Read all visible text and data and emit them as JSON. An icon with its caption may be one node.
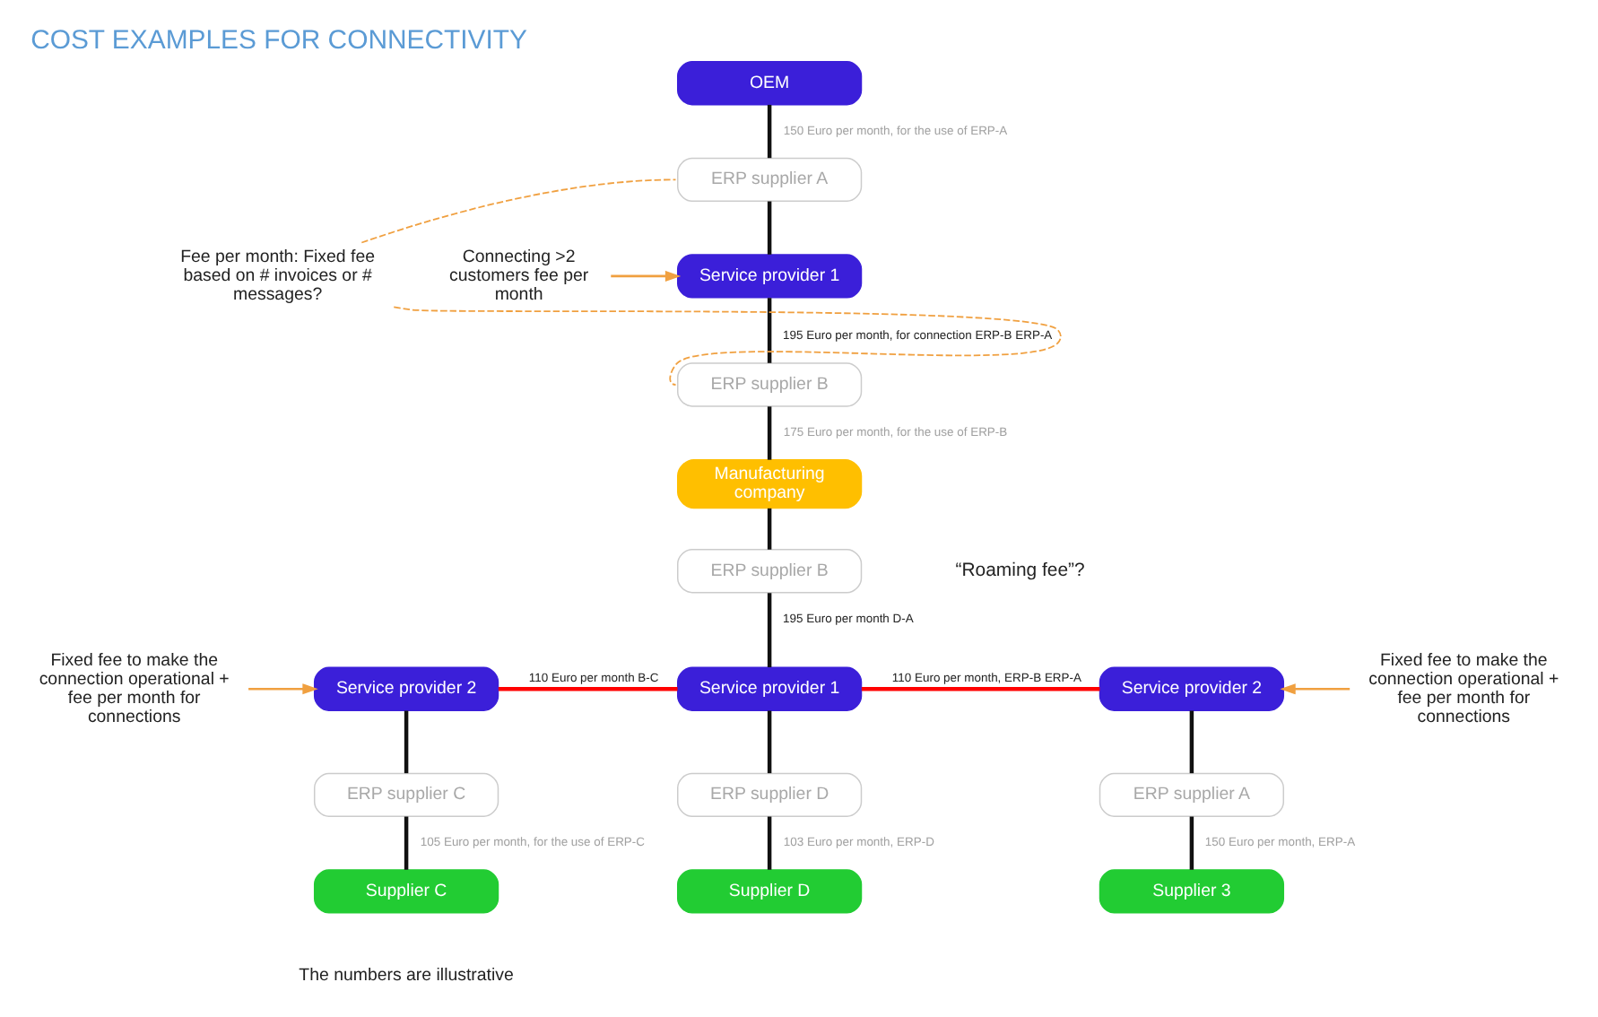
{
  "diagram": {
    "title": "COST EXAMPLES FOR CONNECTIVITY",
    "nodes": [
      {
        "text": [
          "OEM"
        ]
      },
      {
        "text": [
          "ERP supplier A"
        ]
      },
      {
        "text": [
          "Service provider 1"
        ]
      },
      {
        "text": [
          "ERP supplier B"
        ]
      },
      {
        "text": [
          "Manufacturing company"
        ]
      },
      {
        "text": [
          "ERP supplier B"
        ]
      },
      {
        "text": [
          "Service provider 1"
        ]
      },
      {
        "text": [
          "ERP supplier D"
        ]
      },
      {
        "text": [
          "Supplier D"
        ]
      },
      {
        "text": [
          "Service provider 2"
        ]
      },
      {
        "text": [
          "ERP supplier C"
        ]
      },
      {
        "text": [
          "Supplier C"
        ]
      },
      {
        "text": [
          "Service provider 2"
        ]
      },
      {
        "text": [
          "ERP supplier A"
        ]
      },
      {
        "text": [
          "Supplier 3"
        ]
      },
      {
        "text": [
          "Fee per month: Fixed fee based on # invoices or # messages?"
        ]
      },
      {
        "text": [
          "Connecting >2 customers fee per month"
        ]
      },
      {
        "text": [
          "Fixed fee to make the connection operational + fee per month for connections"
        ]
      },
      {
        "text": [
          "Fixed fee to make the connection operational + fee per month for connections"
        ]
      }
    ],
    "edges": [
      {
        "from": 0,
        "to": 1,
        "arrow": "none",
        "label": "150 Euro per month, for the use of ERP-A"
      },
      {
        "from": 1,
        "to": 2,
        "arrow": "none"
      },
      {
        "from": 2,
        "to": 3,
        "arrow": "none",
        "label": "195 Euro per month, for connection ERP-B ERP-A"
      },
      {
        "from": 3,
        "to": 4,
        "arrow": "none",
        "label": "175 Euro per month, for the use of ERP-B"
      },
      {
        "from": 4,
        "to": 5,
        "arrow": "none"
      },
      {
        "from": 5,
        "to": 6,
        "arrow": "none",
        "label": "195 Euro per month D-A"
      },
      {
        "from": 6,
        "to": 7,
        "arrow": "none"
      },
      {
        "from": 7,
        "to": 8,
        "arrow": "none",
        "label": "103 Euro per month, ERP-D"
      },
      {
        "from": 9,
        "to": 6,
        "arrow": "none",
        "label": "110 Euro per month B-C",
        "color": "#ff0000"
      },
      {
        "from": 6,
        "to": 12,
        "arrow": "none",
        "label": "110 Euro per month, ERP-B ERP-A",
        "color": "#ff0000"
      },
      {
        "from": 9,
        "to": 10,
        "arrow": "none"
      },
      {
        "from": 10,
        "to": 11,
        "arrow": "none",
        "label": "105 Euro per month, for the use of ERP-C"
      },
      {
        "from": 12,
        "to": 13,
        "arrow": "none"
      },
      {
        "from": 13,
        "to": 14,
        "arrow": "none",
        "label": "150 Euro per month, ERP-A"
      },
      {
        "from": 15,
        "to": 1,
        "arrow": "none",
        "style": "dashed",
        "color": "#f0a040"
      },
      {
        "from": 15,
        "to": 3,
        "arrow": "none",
        "style": "dashed",
        "color": "#f0a040"
      },
      {
        "from": 16,
        "to": 2,
        "arrow": "to",
        "color": "#f0a040"
      },
      {
        "from": 17,
        "to": 9,
        "arrow": "to",
        "color": "#f0a040"
      },
      {
        "from": 18,
        "to": 12,
        "arrow": "to",
        "color": "#f0a040"
      }
    ],
    "labels": [
      "“Roaming fee”?",
      "The numbers are illustrative"
    ]
  }
}
